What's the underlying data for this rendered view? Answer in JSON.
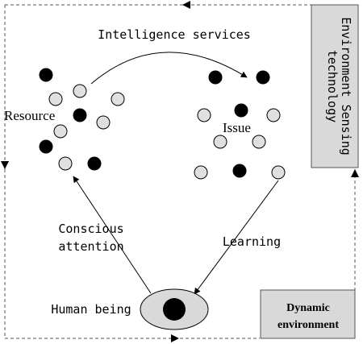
{
  "labels": {
    "intelligence_services": "Intelligence services",
    "resource": "Resource",
    "issue": "Issue",
    "conscious_line1": "Conscious",
    "conscious_line2": "attention",
    "learning": "Learning",
    "human_being": "Human being",
    "env_sensing_line1": "Environment Sensing",
    "env_sensing_line2": "technology",
    "dynamic_line1": "Dynamic",
    "dynamic_line2": "environment"
  },
  "colors": {
    "filled_dot": "#000000",
    "hollow_dot": "#e0e0e0",
    "box_fill": "#d9d9d9",
    "line": "#444444"
  }
}
